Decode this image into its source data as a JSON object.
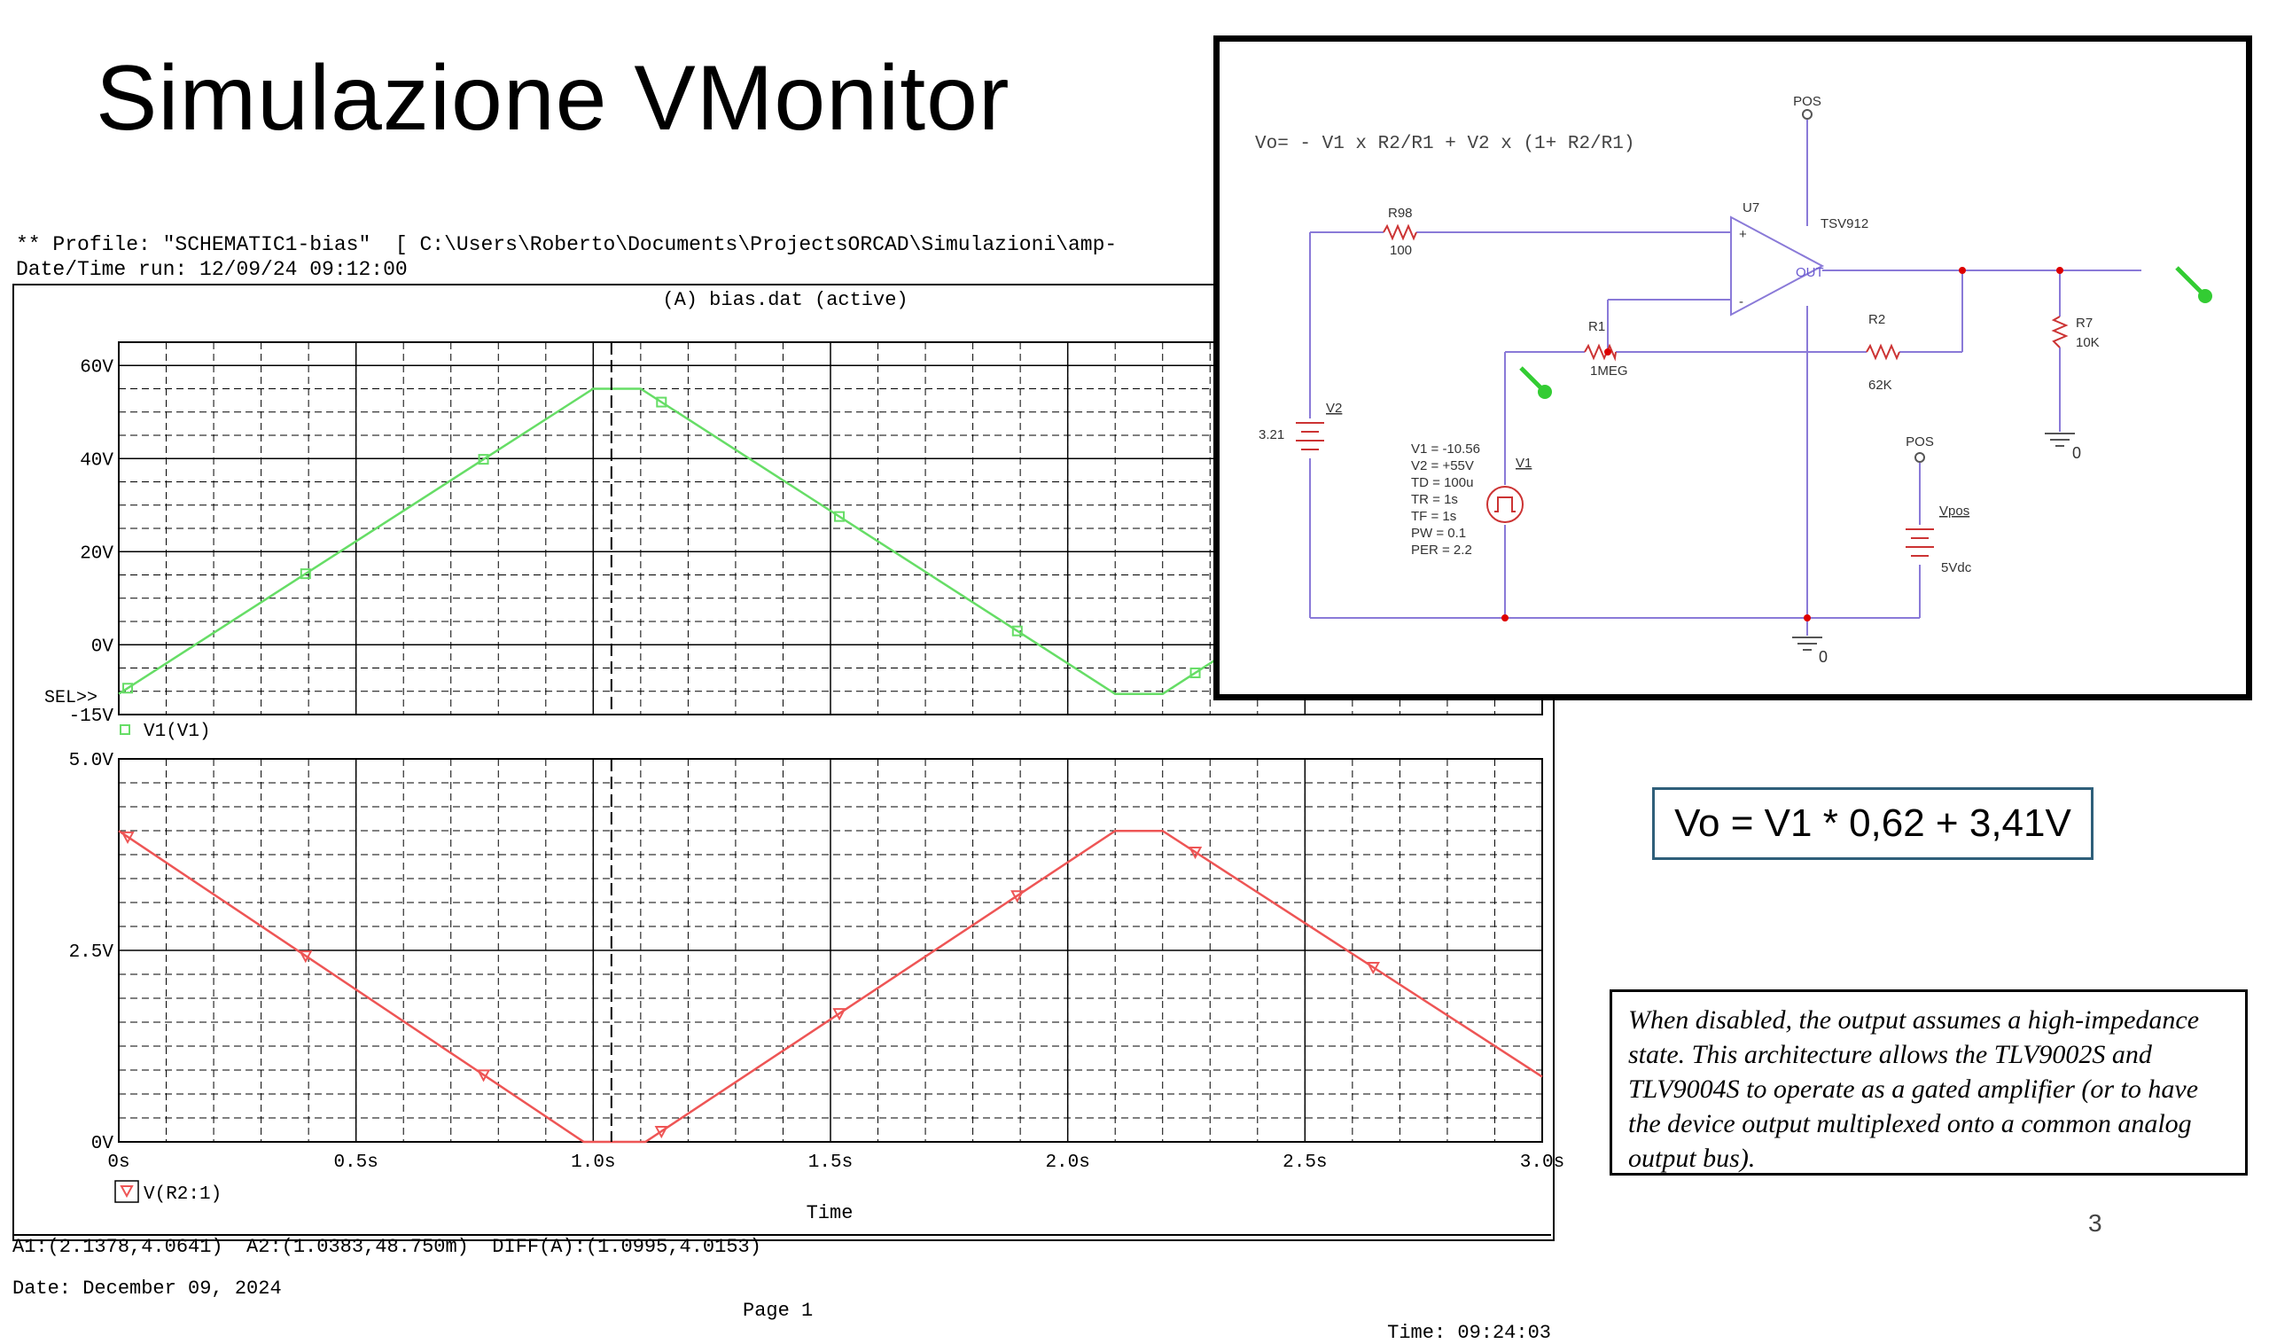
{
  "slide": {
    "title": "Simulazione VMonitor",
    "page_number": "3"
  },
  "probe": {
    "profile_line": "** Profile: \"SCHEMATIC1-bias\"  [ C:\\Users\\Roberto\\Documents\\ProjectsORCAD\\Simulazioni\\amp-",
    "datetime_line": "Date/Time run: 12/09/24 09:12:00",
    "active_file": "(A) bias.dat (active)",
    "sel_marker": "SEL>>",
    "time_label": "Time",
    "cursor_line": "A1:(2.1378,4.0641)  A2:(1.0383,48.750m)  DIFF(A):(1.0995,4.0153)",
    "date_line": "Date: December 09, 2024",
    "page_line": "Page 1",
    "time_line": "Time: 09:24:03"
  },
  "schematic": {
    "equation": "Vo= - V1 x R2/R1 + V2 x (1+ R2/R1)",
    "pos_top": "POS",
    "pos_bottom": "POS",
    "r98_name": "R98",
    "r98_value": "100",
    "u7_name": "U7",
    "u7_model": "TSV912",
    "out_pin": "OUT",
    "plus_pin": "+",
    "minus_pin": "-",
    "r1_name": "R1",
    "r1_value": "1MEG",
    "r2_name": "R2",
    "r2_value": "62K",
    "r7_name": "R7",
    "r7_value": "10K",
    "v2_name": "V2",
    "v2_value": "3.21",
    "v1_name": "V1",
    "v1_params": [
      "V1 = -10.56",
      "V2 = +55V",
      "TD = 100u",
      "TR = 1s",
      "TF = 1s",
      "PW = 0.1",
      "PER = 2.2"
    ],
    "vpos_name": "Vpos",
    "vpos_value": "5Vdc",
    "gnd_label": "0",
    "gnd_label_r7": "0"
  },
  "result_equation": "Vo = V1 * 0,62 + 3,41V",
  "note_text": "When disabled, the output assumes a high-impedance state. This architecture allows the TLV9002S and TLV9004S to operate as a gated amplifier (or to have the device output multiplexed onto a common analog output bus).",
  "colors": {
    "trace_v1": "#66dd66",
    "trace_vo": "#ee5555",
    "wire": "#8a7ad8",
    "node": "#dd0000",
    "probe_green": "#33cc33"
  },
  "chart_data": [
    {
      "type": "line",
      "title": "",
      "xlabel": "Time",
      "ylabel": "",
      "xlim": [
        0,
        3.0
      ],
      "ylim": [
        -15,
        65
      ],
      "y_ticks": [
        "60V",
        "40V",
        "20V",
        "0V",
        "-15V"
      ],
      "x_ticks": [
        "0s",
        "0.5s",
        "1.0s",
        "1.5s",
        "2.0s",
        "2.5s",
        "3.0s"
      ],
      "grid": true,
      "series": [
        {
          "name": "V1(V1)",
          "x": [
            0.0,
            1.0,
            1.1,
            2.1,
            2.2,
            3.0
          ],
          "y": [
            -10.56,
            55,
            55,
            -10.56,
            -10.56,
            42
          ]
        }
      ]
    },
    {
      "type": "line",
      "title": "",
      "xlabel": "Time",
      "ylabel": "",
      "xlim": [
        0,
        3.0
      ],
      "ylim": [
        0,
        5.0
      ],
      "y_ticks": [
        "5.0V",
        "2.5V",
        "0V"
      ],
      "x_ticks": [
        "0s",
        "0.5s",
        "1.0s",
        "1.5s",
        "2.0s",
        "2.5s",
        "3.0s"
      ],
      "grid": true,
      "series": [
        {
          "name": "V(R2:1)",
          "x": [
            0.0,
            0.98,
            1.11,
            2.1,
            2.2,
            3.0
          ],
          "y": [
            4.06,
            0.0,
            0.0,
            4.06,
            4.06,
            0.85
          ]
        }
      ]
    }
  ]
}
